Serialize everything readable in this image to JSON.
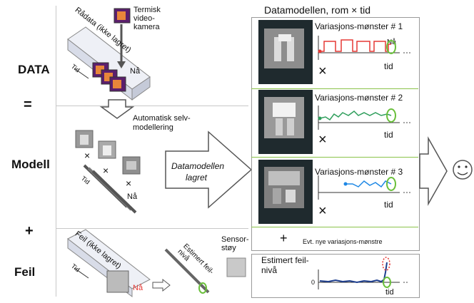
{
  "left_labels": {
    "data": "DATA",
    "equals": "=",
    "modell": "Modell",
    "plus": "+",
    "feil": "Feil"
  },
  "data_section": {
    "raw_data_label": "Rådata (ikke lagret)",
    "camera_label": "Termisk video-kamera",
    "now_label": "Nå",
    "time_label": "Tid",
    "arrow_label": "Automatisk selv-modellering"
  },
  "model_section": {
    "times_symbol": "×",
    "time_label": "Tid",
    "now_label": "Nå",
    "big_arrow_label": "Datamodellen lagret"
  },
  "error_section": {
    "error_label": "Feil (ikke lagret)",
    "time_label": "Tid",
    "now_label": "Nå",
    "estimated_label": "Estimert feil-nivå",
    "sensor_label": "Sensor-støy"
  },
  "datamodel_panel": {
    "title": "Datamodellen, rom × tid",
    "patterns": [
      {
        "title": "Variasjons-mønster # 1",
        "now_label": "Nå",
        "time_label": "tid",
        "color": "#e53935"
      },
      {
        "title": "Variasjons-mønster # 2",
        "time_label": "tid",
        "color": "#2e9e5b"
      },
      {
        "title": "Variasjons-mønster # 3",
        "time_label": "tid",
        "color": "#1e88e5"
      }
    ],
    "times_symbol": "×",
    "plus_symbol": "+",
    "more_patterns": "Evt. nye variasjons-mønstre"
  },
  "error_panel": {
    "title": "Estimert feil-nivå",
    "zero_label": "0",
    "time_label": "tid",
    "color": "#1e3f8f"
  },
  "result_icon": "smiley-icon"
}
